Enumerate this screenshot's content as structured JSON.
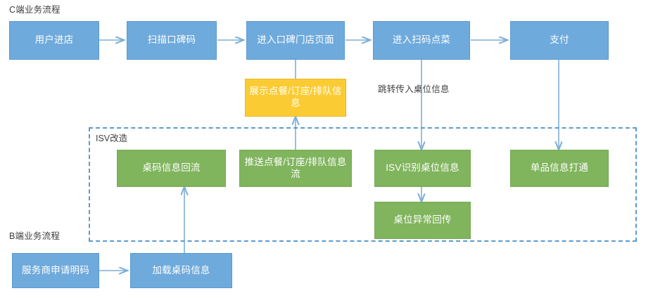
{
  "diagram": {
    "title_c": "C端业务流程",
    "title_b": "B端业务流程",
    "group_title": "ISV改造",
    "colors": {
      "blue": "#6FAADC",
      "green": "#80B45D",
      "yellow": "#FBCB33",
      "connector": "#7FAFD7",
      "dashed_border": "#5B9BD1",
      "text_dark": "#3F3F3F",
      "node_text": "#FFFFFF"
    }
  },
  "nodes": {
    "c_user_enter": "用户进店",
    "c_scan_code": "扫描口碑码",
    "c_store_page": "进入口碑门店页面",
    "c_scan_order": "进入扫码点菜",
    "c_pay": "支付",
    "y_show_info": "展示点餐/订座/排队信息",
    "g_table_backflow": "桌码信息回流",
    "g_push_info_stream": "推送点餐/订座/排队信息流",
    "g_isv_identify": "ISV识别桌位信息",
    "g_table_exception": "桌位异常回传",
    "g_sku_connect": "单品信息打通",
    "b_isv_apply": "服务商申请明码",
    "b_load_table": "加载桌码信息"
  },
  "edge_labels": {
    "jump_table_info": "跳转传入桌位信息"
  }
}
